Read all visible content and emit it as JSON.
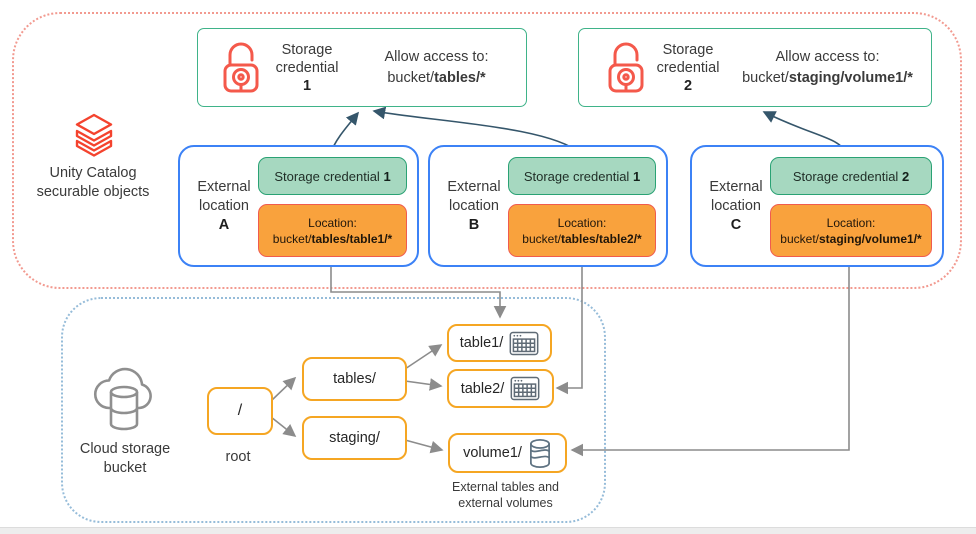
{
  "unity": {
    "label_line1": "Unity Catalog",
    "label_line2": "securable objects",
    "credentials": [
      {
        "title_line1": "Storage",
        "title_line2": "credential",
        "number": "1",
        "access_title": "Allow access to:",
        "access_prefix": "bucket/",
        "access_path": "tables/*"
      },
      {
        "title_line1": "Storage",
        "title_line2": "credential",
        "number": "2",
        "access_title": "Allow access to:",
        "access_prefix": "bucket/",
        "access_path": "staging/volume1/*"
      }
    ],
    "locations": [
      {
        "label_line1": "External",
        "label_line2": "location",
        "letter": "A",
        "credential_label": "Storage credential ",
        "credential_number": "1",
        "location_title": "Location:",
        "path_prefix": "bucket/",
        "path_bold": "tables/table1/*"
      },
      {
        "label_line1": "External",
        "label_line2": "location",
        "letter": "B",
        "credential_label": "Storage credential ",
        "credential_number": "1",
        "location_title": "Location:",
        "path_prefix": "bucket/",
        "path_bold": "tables/table2/*"
      },
      {
        "label_line1": "External",
        "label_line2": "location",
        "letter": "C",
        "credential_label": "Storage credential ",
        "credential_number": "2",
        "location_title": "Location:",
        "path_prefix": "bucket/",
        "path_bold": "staging/volume1/*"
      }
    ]
  },
  "bucket": {
    "label_line1": "Cloud storage",
    "label_line2": "bucket",
    "root_text": "/",
    "root_label": "root",
    "folders": [
      {
        "name": "tables/"
      },
      {
        "name": "staging/"
      }
    ],
    "leaves": [
      {
        "name": "table1/"
      },
      {
        "name": "table2/"
      },
      {
        "name": "volume1/"
      }
    ],
    "caption_line1": "External tables and",
    "caption_line2": "external volumes"
  },
  "colors": {
    "databricks_red": "#f4432e",
    "lock_red": "#f4594b",
    "teal_border": "#3fb389",
    "blue_border": "#3c82f6",
    "green_fill": "#a6d8c0",
    "green_border": "#2aa274",
    "orange_fill": "#f9a23d",
    "orange_border": "#f05c4e",
    "amber_border": "#f5a623",
    "red_dotted": "#f29a90",
    "blue_dotted": "#96bcd9",
    "gray_arrow": "#8c8c8c",
    "dark_arrow": "#35566b"
  }
}
